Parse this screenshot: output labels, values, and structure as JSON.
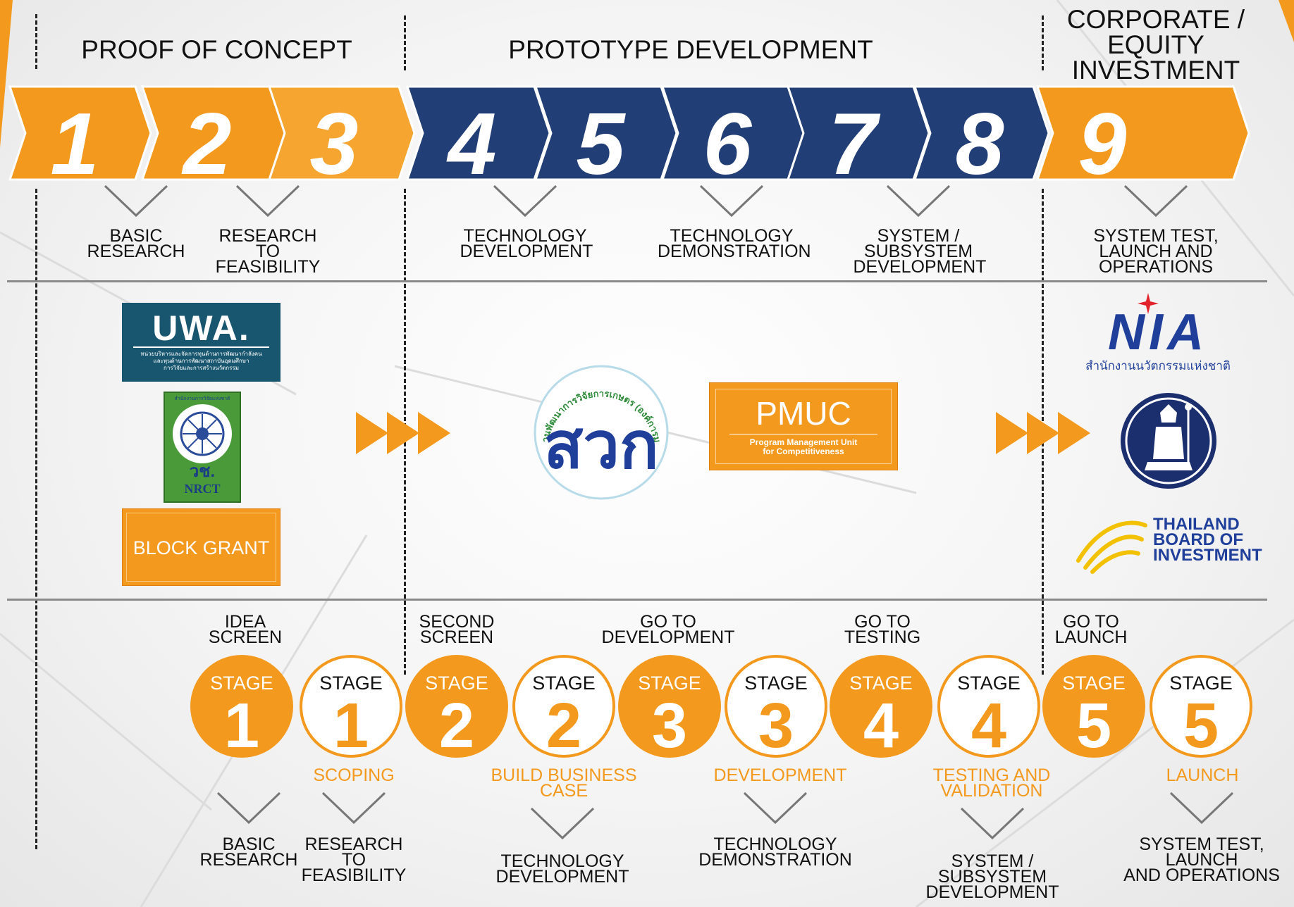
{
  "headers": {
    "proof": "PROOF OF CONCEPT",
    "prototype": "PROTOTYPE DEVELOPMENT",
    "corporate": "CORPORATE /\nEQUITY\nINVESTMENT"
  },
  "steps": [
    {
      "number": "1",
      "color": "orange"
    },
    {
      "number": "2",
      "color": "orange"
    },
    {
      "number": "3",
      "color": "orange"
    },
    {
      "number": "4",
      "color": "navy"
    },
    {
      "number": "5",
      "color": "navy"
    },
    {
      "number": "6",
      "color": "navy"
    },
    {
      "number": "7",
      "color": "navy"
    },
    {
      "number": "8",
      "color": "navy"
    },
    {
      "number": "9",
      "color": "orange"
    }
  ],
  "top_phases": [
    "BASIC\nRESEARCH",
    "RESEARCH\nTO FEASIBILITY",
    "TECHNOLOGY\nDEVELOPMENT",
    "TECHNOLOGY\nDEMONSTRATION",
    "SYSTEM /\nSUBSYSTEM\nDEVELOPMENT",
    "SYSTEM TEST,\nLAUNCH AND\nOPERATIONS"
  ],
  "logos": {
    "uwk": {
      "title": "UWA.",
      "sub": "หน่วยบริหารและจัดการทุนด้านการพัฒนากำลังคน\nและทุนด้านการพัฒนาสถาบันอุดมศึกษา\nการวิจัยและการสร้างนวัตกรรม"
    },
    "nrct": {
      "top": "สำนักงานการวิจัยแห่งชาติ",
      "thai": "วช.",
      "en": "NRCT"
    },
    "block_grant": "BLOCK GRANT",
    "arda": {
      "arc": "สำนักงานพัฒนาการวิจัยการเกษตร (องค์การมหาชน)",
      "mark": "สวก"
    },
    "pmuc": {
      "title": "PMUC",
      "sub": "Program Management Unit\nfor Competitiveness"
    },
    "nia": {
      "title": "NIA",
      "sub": "สำนักงานนวัตกรรมแห่งชาติ"
    },
    "boi": "THAILAND\nBOARD OF\nINVESTMENT"
  },
  "gates": [
    "IDEA\nSCREEN",
    "SECOND\nSCREEN",
    "GO TO\nDEVELOPMENT",
    "GO TO\nTESTING",
    "GO TO\nLAUNCH"
  ],
  "stages": [
    {
      "word": "STAGE",
      "number": "1",
      "filled": true
    },
    {
      "word": "STAGE",
      "number": "1",
      "filled": false
    },
    {
      "word": "STAGE",
      "number": "2",
      "filled": true
    },
    {
      "word": "STAGE",
      "number": "2",
      "filled": false
    },
    {
      "word": "STAGE",
      "number": "3",
      "filled": true
    },
    {
      "word": "STAGE",
      "number": "3",
      "filled": false
    },
    {
      "word": "STAGE",
      "number": "4",
      "filled": true
    },
    {
      "word": "STAGE",
      "number": "4",
      "filled": false
    },
    {
      "word": "STAGE",
      "number": "5",
      "filled": true
    },
    {
      "word": "STAGE",
      "number": "5",
      "filled": false
    }
  ],
  "stage_names": [
    "SCOPING",
    "BUILD BUSINESS\nCASE",
    "DEVELOPMENT",
    "TESTING AND\nVALIDATION",
    "LAUNCH"
  ],
  "bottom_phases": [
    "BASIC\nRESEARCH",
    "RESEARCH\nTO\nFEASIBILITY",
    "TECHNOLOGY\nDEVELOPMENT",
    "TECHNOLOGY\nDEMONSTRATION",
    "SYSTEM /\nSUBSYSTEM\nDEVELOPMENT",
    "SYSTEM TEST,\nLAUNCH\nAND OPERATIONS"
  ],
  "colors": {
    "orange": "#f39a1e",
    "orange_light": "#f7a531",
    "navy": "#223e76",
    "teal": "#17566e",
    "green": "#4a9a3a"
  }
}
